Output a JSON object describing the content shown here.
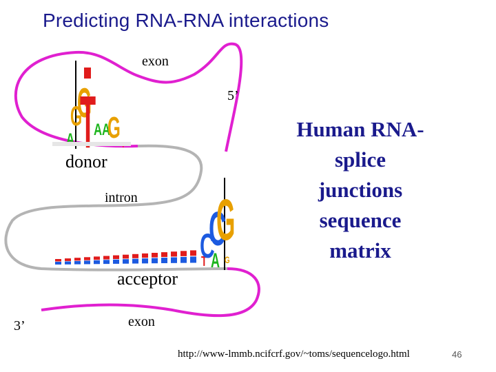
{
  "slide": {
    "title": "Predicting RNA-RNA interactions",
    "page_number": "46",
    "url": "http://www-lmmb.ncifcrf.gov/~toms/sequencelogo.html"
  },
  "diagram": {
    "exon_top": "exon",
    "five_prime": "5’",
    "donor": "donor",
    "intron": "intron",
    "acceptor": "acceptor",
    "three_prime": "3’",
    "exon_bottom": "exon"
  },
  "caption_lines": [
    "Human RNA-",
    "splice",
    "junctions",
    "sequence",
    "matrix"
  ],
  "colors": {
    "title": "#1a1a8c",
    "exon_strand": "#e020d0",
    "intron_strand": "#b4b4b4",
    "base_A": "#1cb41c",
    "base_C": "#1c5ae0",
    "base_G": "#e8a000",
    "base_T": "#e01c1c"
  },
  "donor_logo": [
    {
      "base": "G",
      "color": "#e8a000"
    },
    {
      "base": "A",
      "color": "#1cb41c"
    },
    {
      "base": "G",
      "color": "#e8a000"
    },
    {
      "base": "T",
      "color": "#e01c1c"
    },
    {
      "base": "A",
      "color": "#1cb41c"
    },
    {
      "base": "A",
      "color": "#1cb41c"
    },
    {
      "base": "G",
      "color": "#e8a000"
    },
    {
      "base": "T",
      "color": "#e01c1c"
    }
  ],
  "acceptor_logo": [
    {
      "base": "T",
      "color": "#e01c1c"
    },
    {
      "base": "C",
      "color": "#1c5ae0"
    },
    {
      "base": "C",
      "color": "#1c5ae0"
    },
    {
      "base": "A",
      "color": "#1cb41c"
    },
    {
      "base": "G",
      "color": "#e8a000"
    },
    {
      "base": "G",
      "color": "#e8a000"
    }
  ]
}
